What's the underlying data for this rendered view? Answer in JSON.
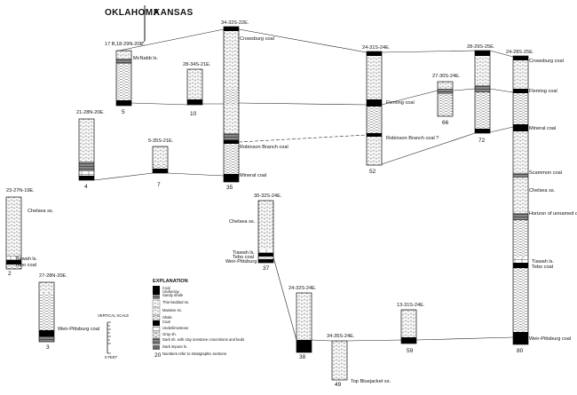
{
  "header": {
    "left_state": "OKLAHOMA",
    "right_state": "KANSAS"
  },
  "columns": [
    {
      "id": "2",
      "title": "23-27N-19E.",
      "labels": [
        "Chelsea ss.",
        "Tiawah ls.",
        "Tebo coal"
      ]
    },
    {
      "id": "3",
      "title": "27-28N-20E.",
      "labels": [
        "Weir-Pittsburg coal"
      ]
    },
    {
      "id": "4",
      "title": "21-28N-20E.",
      "labels": []
    },
    {
      "id": "5",
      "title": "17 B,18-29N-20E.",
      "labels": [
        "McNabb ls."
      ]
    },
    {
      "id": "7",
      "title": "5-35S-21E.",
      "labels": []
    },
    {
      "id": "10",
      "title": "28-34S-21E.",
      "labels": []
    },
    {
      "id": "35",
      "title": "34-32S-22E.",
      "labels": [
        "Crowsburg coal",
        "Robinson Branch coal",
        "Mineral coal"
      ]
    },
    {
      "id": "37",
      "title": "30-32S-24E.",
      "labels": [
        "Chelsea ss.",
        "Tiawah ls.",
        "Tebo coal",
        "Weir-Pittsburg coal"
      ]
    },
    {
      "id": "38",
      "title": "24-32S-24E.",
      "labels": []
    },
    {
      "id": "49",
      "title": "34-35S-24E.",
      "labels": [
        "Top Bluejacket ss."
      ]
    },
    {
      "id": "52",
      "title": "24-31S-24E.",
      "labels": [
        "Fleming coal",
        "Robinson Branch coal ?"
      ]
    },
    {
      "id": "59",
      "title": "13-31S-24E.",
      "labels": []
    },
    {
      "id": "66",
      "title": "27-30S-24E.",
      "labels": []
    },
    {
      "id": "72",
      "title": "28-29S-25E.",
      "labels": []
    },
    {
      "id": "80",
      "title": "24-28S-25E.",
      "labels": [
        "Crowsburg coal",
        "Fleming coal",
        "Mineral coal",
        "Scammon coal",
        "Chelsea ss.",
        "Horizon of unnamed coal",
        "Tiawah ls.",
        "Tebo coal",
        "Weir-Pittsburg coal"
      ]
    }
  ],
  "explanation": {
    "title": "EXPLANATION",
    "items": [
      "Coal",
      "Underclay",
      "Sandy shale",
      "Thin-bedded ss.",
      "Massive ss.",
      "Shale",
      "Coal",
      "Underlimestone",
      "Gray sh.",
      "Dark sh. with clay ironstone concretions and beds",
      "Dark impure ls.",
      "Numbers refer to stratigraphic sections"
    ],
    "example_number": "20"
  },
  "scale": {
    "title": "VERTICAL SCALE",
    "bottom_label": "0 FEET"
  }
}
